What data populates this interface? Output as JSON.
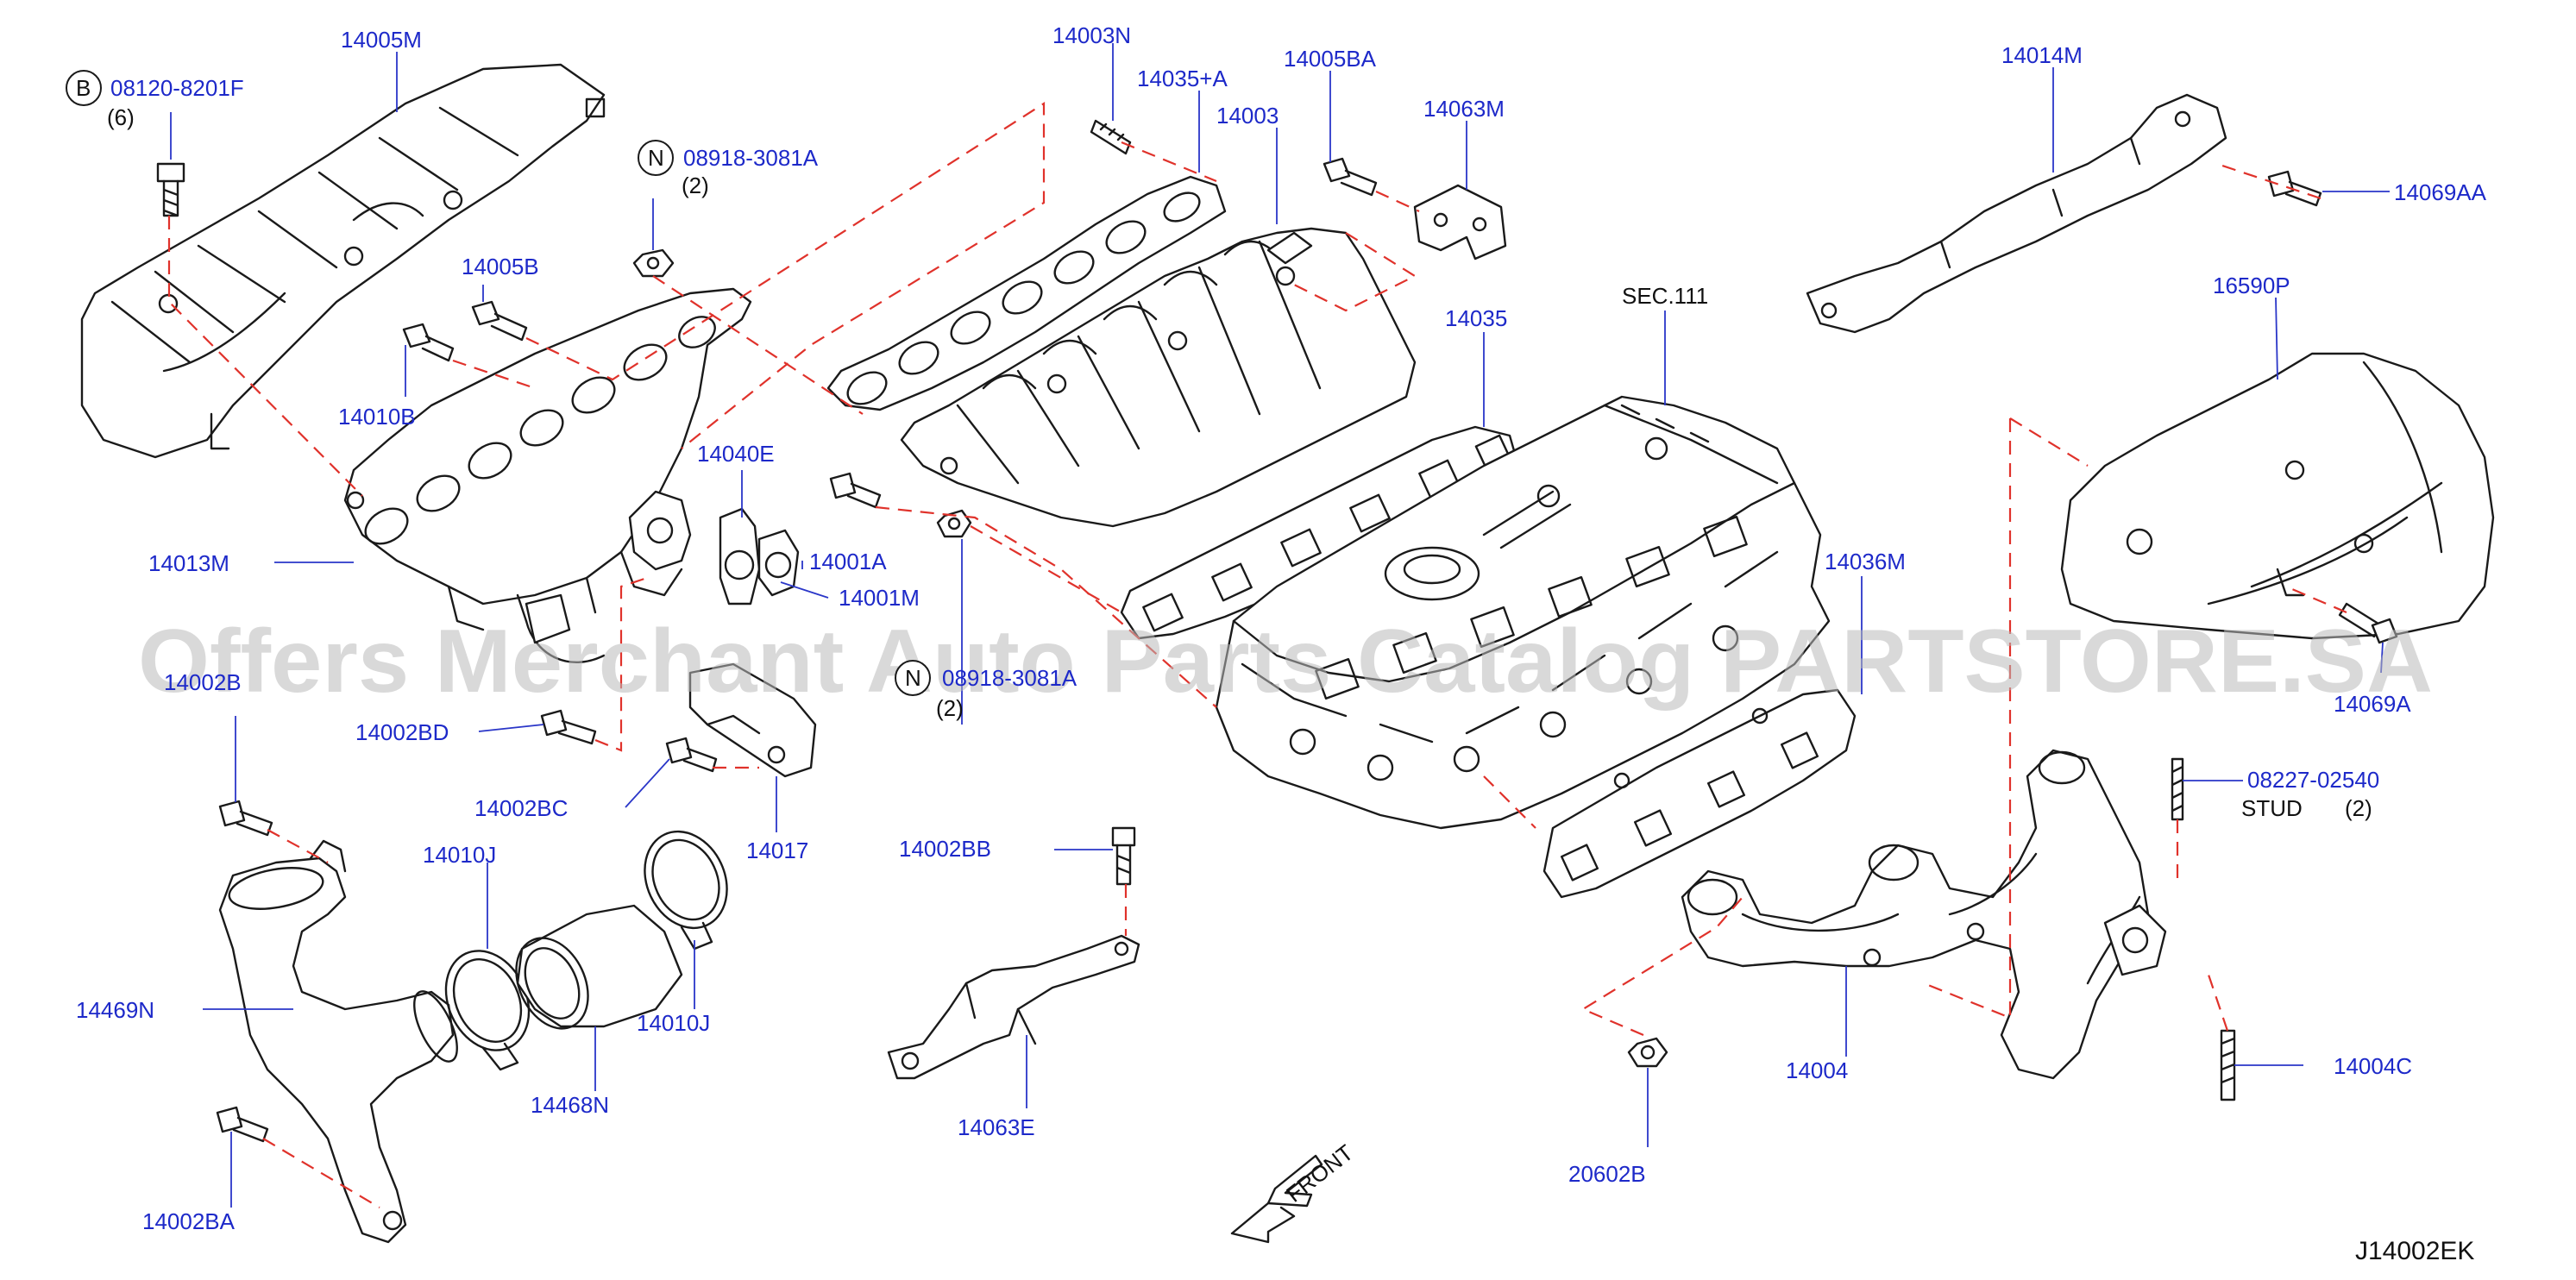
{
  "diagram": {
    "drawing_code": "J14002EK",
    "watermark": "Offers Merchant Auto Parts Catalog PARTSTORE.SA",
    "front_label": "FRONT",
    "section_ref": "SEC.111",
    "parts": {
      "p14005M": "14005M",
      "p08120": "08120-8201F",
      "q6": "(6)",
      "p08918a": "08918-3081A",
      "q2a": "(2)",
      "p14005B": "14005B",
      "p14010B": "14010B",
      "p14013M": "14013M",
      "p14040E": "14040E",
      "p14001A": "14001A",
      "p14001M": "14001M",
      "p08918b": "08918-3081A",
      "q2b": "(2)",
      "p14002B": "14002B",
      "p14002BD": "14002BD",
      "p14002BC": "14002BC",
      "p14017": "14017",
      "p14003N": "14003N",
      "p14035A": "14035+A",
      "p14003": "14003",
      "p14005BA": "14005BA",
      "p14063M": "14063M",
      "p14035": "14035",
      "p14014M": "14014M",
      "p14069AA": "14069AA",
      "p16590P": "16590P",
      "p14036M": "14036M",
      "p14069A": "14069A",
      "p08227": "08227-02540",
      "stud": "STUD",
      "q2c": "(2)",
      "p14002BB": "14002BB",
      "p14063E": "14063E",
      "p14010J_top": "14010J",
      "p14010J_bot": "14010J",
      "p14469N": "14469N",
      "p14468N": "14468N",
      "p14002BA": "14002BA",
      "p14004": "14004",
      "p14004C": "14004C",
      "p20602B": "20602B"
    },
    "symbols": {
      "bolt_symbol": "B",
      "nut_symbol_a": "N",
      "nut_symbol_b": "N"
    },
    "colors": {
      "part_number": "#1d29c9",
      "dashed_guide": "#e0322b",
      "line_art": "#1a1a1a",
      "watermark": "#b9b9b9"
    }
  }
}
